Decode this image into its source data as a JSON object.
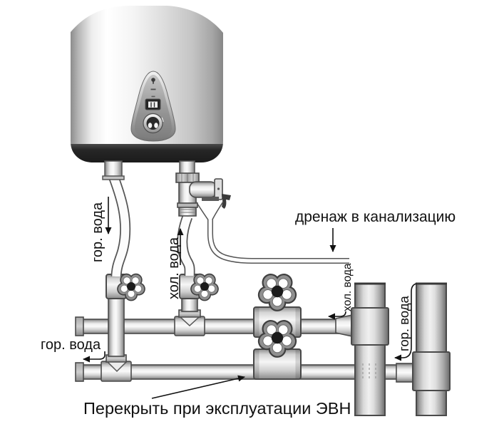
{
  "diagram": {
    "labels": {
      "tank_hot_outlet": "гор. вода",
      "tank_cold_inlet": "хол. вода",
      "drain_note": "дренаж в канализацию",
      "riser_cold": "хол. вода",
      "riser_hot": "гор. вода",
      "hot_supply_left": "гор. вода",
      "valve_note": "Перекрыть при эксплуатации ЭВН"
    },
    "colors": {
      "line": "#1a1a1a",
      "pipe_outline": "#4a4a4a",
      "tank_band": "#222222",
      "handwheel_base": "#909090",
      "handwheel_center": "#1c1c1c"
    }
  }
}
